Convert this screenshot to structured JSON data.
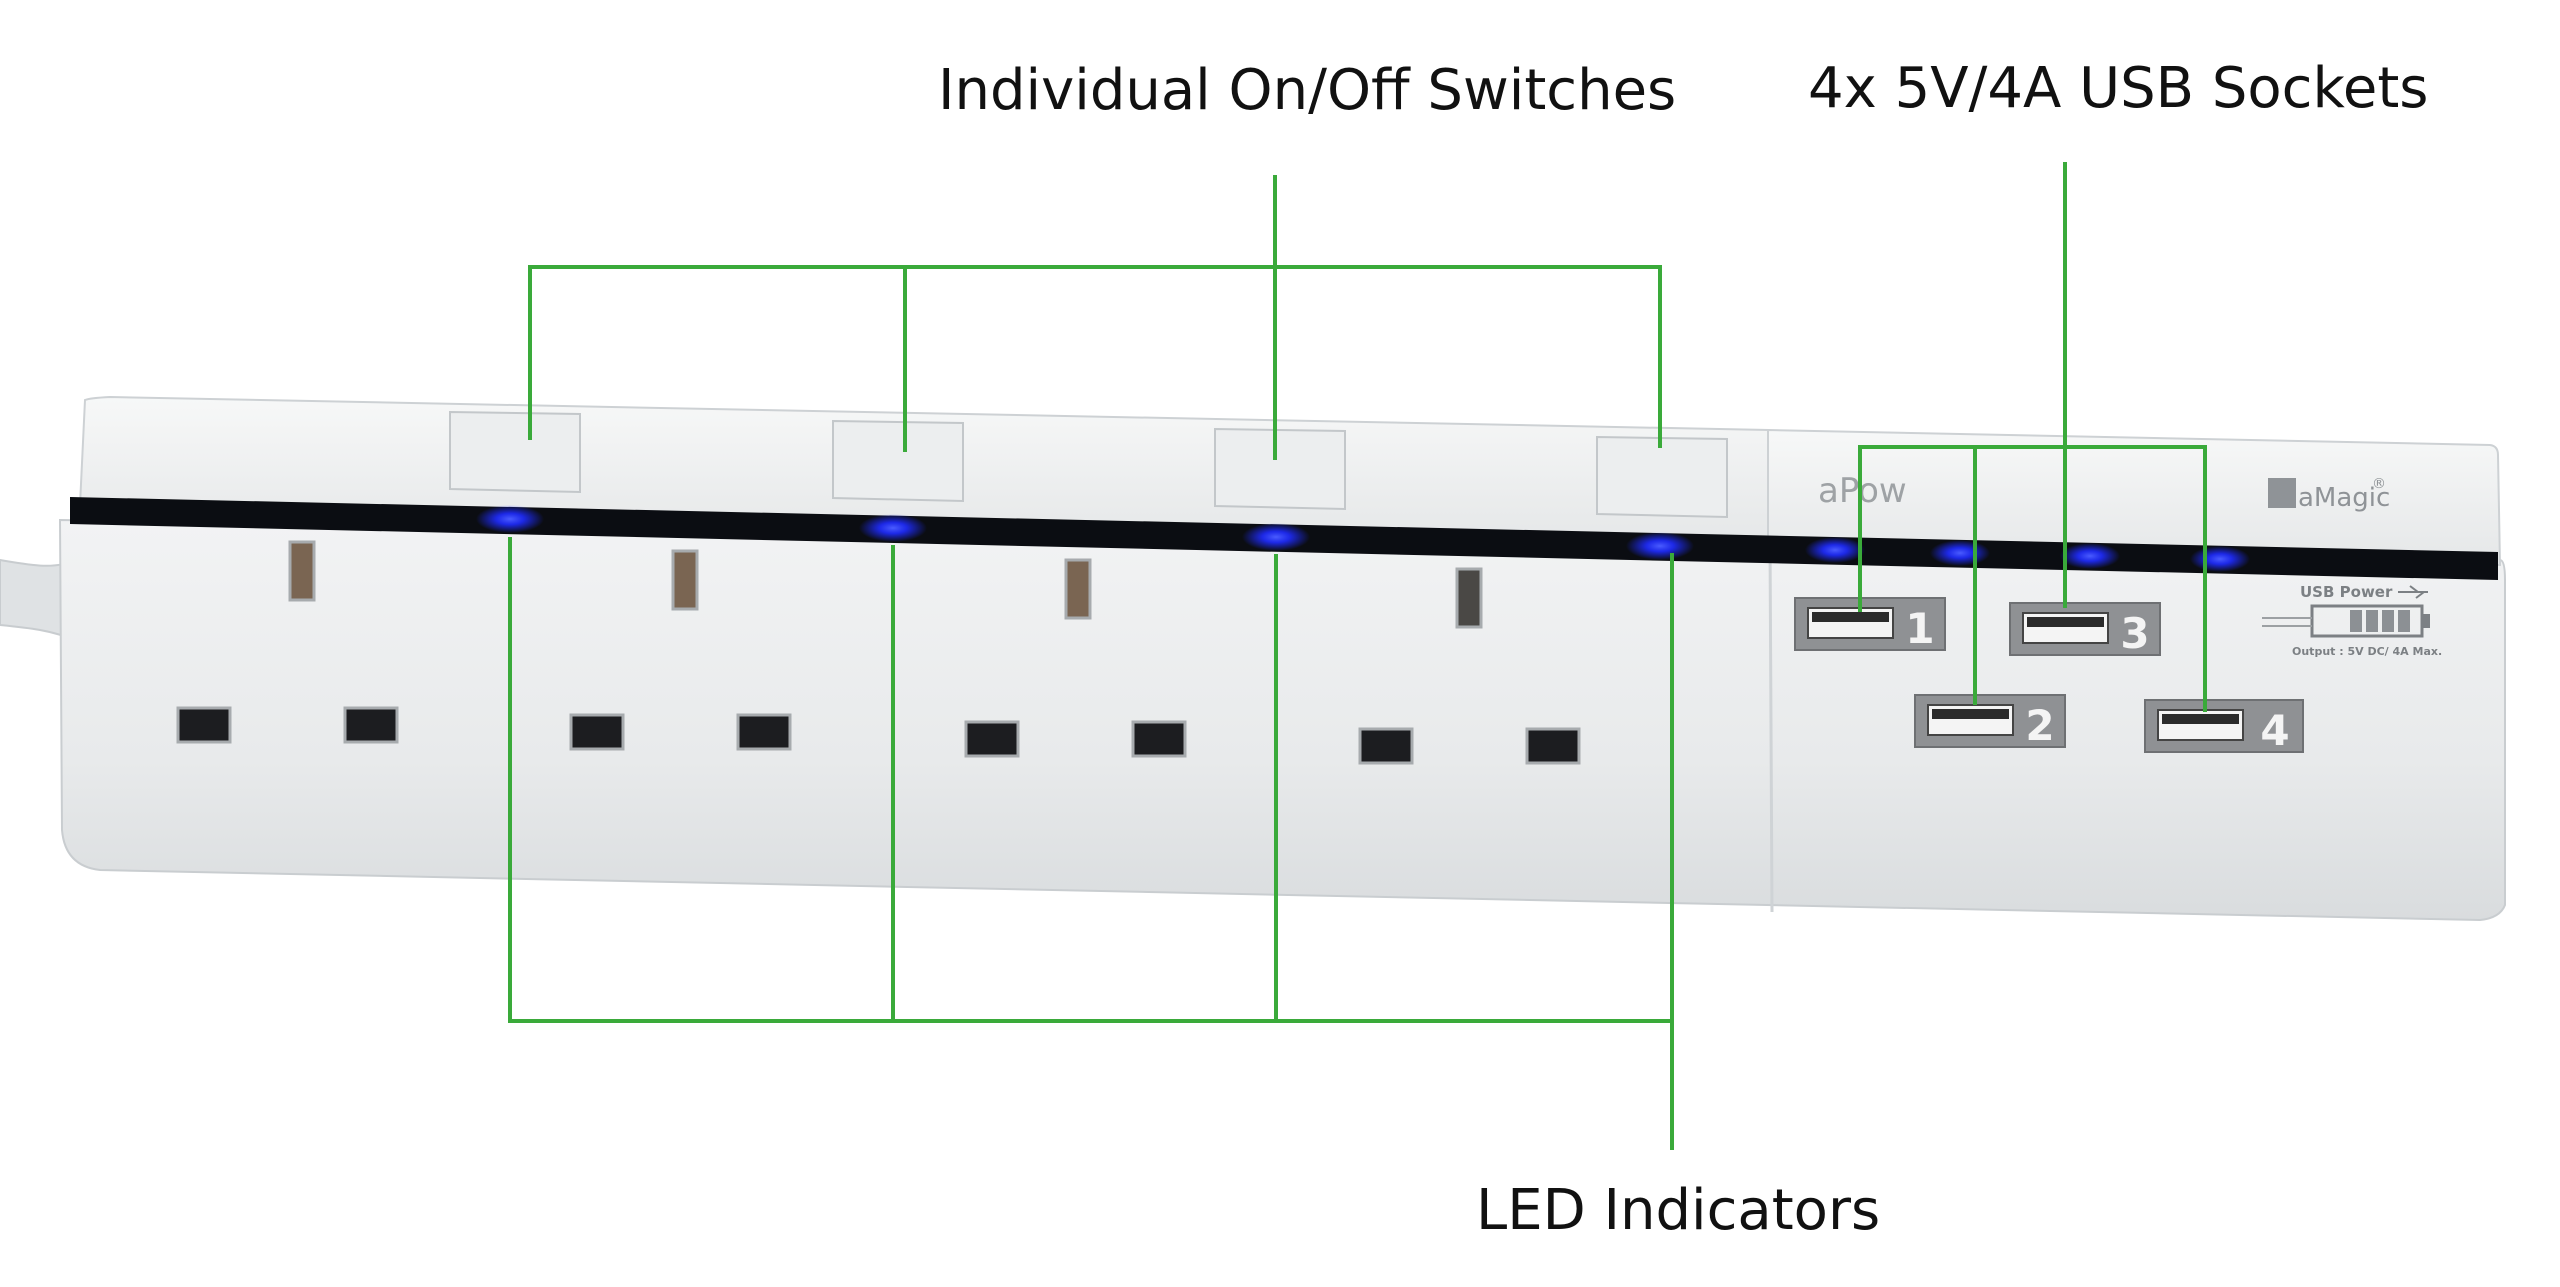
{
  "callouts": {
    "switches": "Individual On/Off Switches",
    "usb": "4x 5V/4A USB Sockets",
    "leds": "LED Indicators"
  },
  "product": {
    "brand_left": "aPow",
    "brand_right": "aMagic",
    "registered_mark": "®",
    "usb_power_label": "USB Power",
    "output_label": "Output : 5V DC/ 4A Max.",
    "usb_port_numbers": [
      "1",
      "2",
      "3",
      "4"
    ]
  },
  "colors": {
    "callout_line": "#3aaa3a",
    "led": "#1f2cff",
    "body": "#eef0f1",
    "led_strip": "#0b0d12"
  }
}
